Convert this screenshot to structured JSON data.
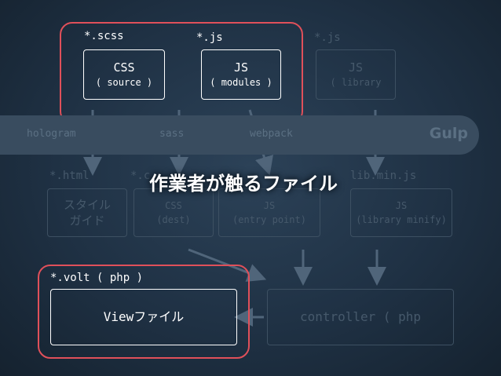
{
  "top": {
    "scss_label": "*.scss",
    "js_label": "*.js",
    "js_lib_label": "*.js",
    "css_box": {
      "title": "CSS",
      "sub": "( source )"
    },
    "js_box": {
      "title": "JS",
      "sub": "( modules )"
    },
    "lib_box": {
      "title": "JS",
      "sub": "( library"
    }
  },
  "band": {
    "items": [
      "hologram",
      "sass",
      "webpack"
    ],
    "brand": "Gulp"
  },
  "middle": {
    "html_label": "*.html",
    "css_out_label": "*.c",
    "lib_min_label": "lib.min.js",
    "style_box": {
      "title": "スタイル",
      "sub": "ガイド"
    },
    "css_box": {
      "title": "CSS",
      "sub": "(dest)"
    },
    "entry_box": {
      "title": "JS",
      "sub": "(entry point)"
    },
    "minify_box": {
      "title": "JS",
      "sub": "(library minify)"
    }
  },
  "headline": "作業者が触るファイル",
  "bottom": {
    "volt_label": "*.volt ( php )",
    "view_box": "Viewファイル",
    "controller_box": "controller ( php"
  },
  "colors": {
    "background": "#1f3144",
    "highlight": "#e0505a",
    "band": "#394c5f",
    "dim": "#46596b"
  }
}
